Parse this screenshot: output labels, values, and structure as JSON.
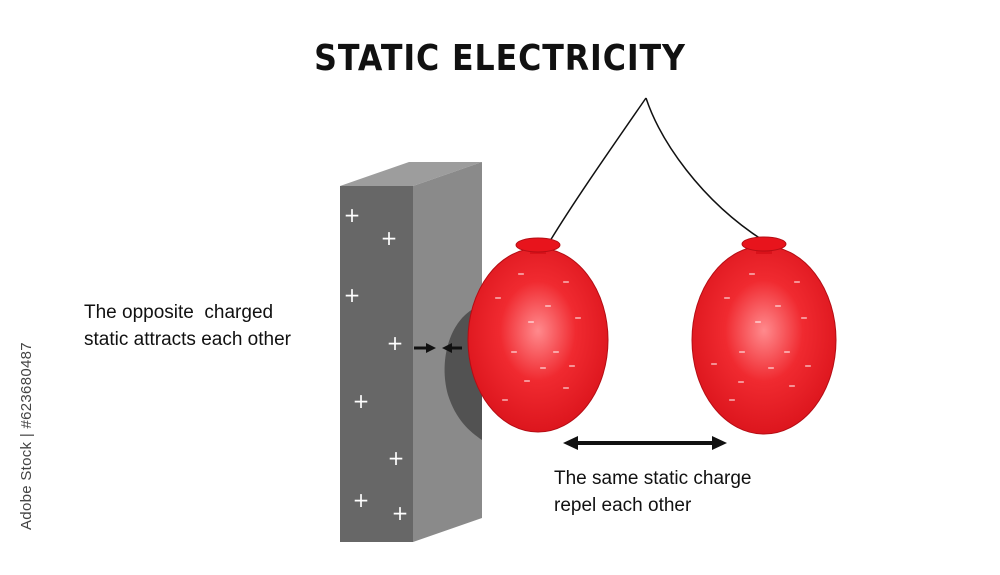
{
  "title": "STATIC ELECTRICITY",
  "labels": {
    "attract_line1": "The opposite  charged",
    "attract_line2": "static attracts each other",
    "repel_line1": "The same static charge",
    "repel_line2": "repel each other"
  },
  "side_text": "Adobe Stock | #623680487",
  "symbols": {
    "plus": "+",
    "minus": "–"
  },
  "colors": {
    "balloon_red": "#e8141c",
    "balloon_highlight": "#ff6a6e",
    "wall_front": "#6b6b6b",
    "wall_side": "#8c8c8c",
    "wall_top": "#9d9d9d",
    "shadow": "#4f4f4f"
  }
}
